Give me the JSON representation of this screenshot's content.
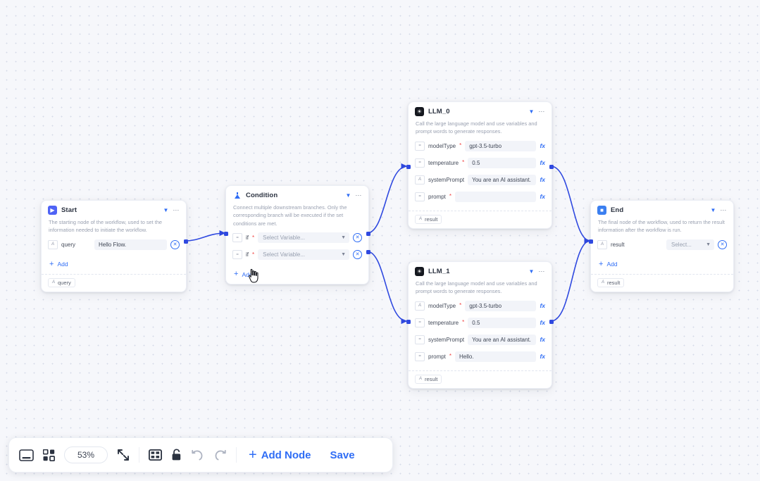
{
  "canvas": {
    "zoom_level": "53%"
  },
  "nodes": [
    {
      "id": "start",
      "title": "Start",
      "icon": "start-icon",
      "description": "The starting node of the workflow, used to set the information needed to initiate the workflow.",
      "fields": [
        {
          "type_badge": "A",
          "label": "query",
          "value": "Hello Flow.",
          "has_remove": true
        }
      ],
      "add_label": "Add",
      "outputs": [
        {
          "badge": "A",
          "name": "query"
        }
      ]
    },
    {
      "id": "condition",
      "title": "Condition",
      "icon": "condition-icon",
      "description": "Connect multiple downstream branches. Only the corresponding branch will be executed if the set conditions are met.",
      "fields": [
        {
          "type_badge": "=",
          "label": "if",
          "required": true,
          "placeholder": "Select Variable...",
          "has_remove": true
        },
        {
          "type_badge": "=",
          "label": "if",
          "required": true,
          "placeholder": "Select Variable...",
          "has_remove": true
        }
      ],
      "add_label": "Add"
    },
    {
      "id": "llm_0",
      "title": "LLM_0",
      "icon": "llm-icon",
      "description": "Call the large language model and use variables and prompt words to generate responses.",
      "fields": [
        {
          "type_badge": "=",
          "label": "modelType",
          "required": true,
          "value": "gpt-3.5-turbo",
          "fx": "fx"
        },
        {
          "type_badge": "=",
          "label": "temperature",
          "required": true,
          "value": "0.5",
          "fx": "fx"
        },
        {
          "type_badge": "A",
          "label": "systemPrompt",
          "value": "You are an AI assistant.",
          "fx": "fx"
        },
        {
          "type_badge": "=",
          "label": "prompt",
          "required": true,
          "value": "",
          "fx": "fx"
        }
      ],
      "outputs": [
        {
          "badge": "A",
          "name": "result"
        }
      ]
    },
    {
      "id": "llm_1",
      "title": "LLM_1",
      "icon": "llm-icon",
      "description": "Call the large language model and use variables and prompt words to generate responses.",
      "fields": [
        {
          "type_badge": "A",
          "label": "modelType",
          "required": true,
          "value": "gpt-3.5-turbo",
          "fx": "fx"
        },
        {
          "type_badge": "=",
          "label": "temperature",
          "required": true,
          "value": "0.5",
          "fx": "fx"
        },
        {
          "type_badge": "=",
          "label": "systemPrompt",
          "value": "You are an AI assistant.",
          "fx": "fx"
        },
        {
          "type_badge": "=",
          "label": "prompt",
          "required": true,
          "value": "Hello.",
          "fx": "fx"
        }
      ],
      "outputs": [
        {
          "badge": "A",
          "name": "result"
        }
      ]
    },
    {
      "id": "end",
      "title": "End",
      "icon": "end-icon",
      "description": "The final node of the workflow, used to return the result information after the workflow is run.",
      "fields": [
        {
          "type_badge": "A",
          "label": "result",
          "select_placeholder": "Select...",
          "has_remove": true
        }
      ],
      "add_label": "Add",
      "outputs": [
        {
          "badge": "A",
          "name": "result"
        }
      ]
    }
  ],
  "toolbar": {
    "items": [
      {
        "name": "screen-icon",
        "label": ""
      },
      {
        "name": "apps-grid-icon",
        "label": ""
      },
      {
        "name": "zoom-level",
        "label": "53%"
      },
      {
        "name": "fit-view-icon",
        "label": ""
      },
      {
        "name": "layout-grid-icon",
        "label": ""
      },
      {
        "name": "lock-icon",
        "label": ""
      },
      {
        "name": "undo-icon",
        "label": ""
      },
      {
        "name": "redo-icon",
        "label": ""
      }
    ],
    "add_node_label": "Add Node",
    "save_label": "Save"
  },
  "colors": {
    "accent": "#2f6df5",
    "edge": "#2f49e0",
    "required": "#f04444",
    "canvas_bg": "#f6f7fb"
  }
}
